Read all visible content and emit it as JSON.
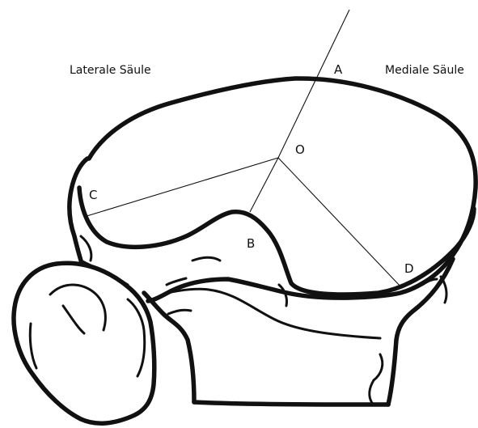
{
  "labels": {
    "lateral_column": "Laterale Säule",
    "medial_column": "Mediale Säule",
    "point_a": "A",
    "point_o": "O",
    "point_c": "C",
    "point_b": "B",
    "point_d": "D"
  },
  "colors": {
    "ink": "#111111",
    "background": "#ffffff"
  }
}
